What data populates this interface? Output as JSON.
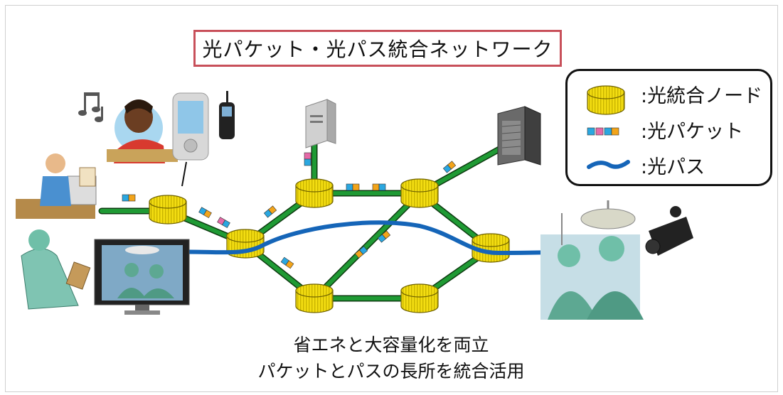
{
  "title": "光パケット・光パス統合ネットワーク",
  "legend": {
    "node_label": ":光統合ノード",
    "packet_label": ":光パケット",
    "path_label": ":光パス"
  },
  "caption": {
    "line1": "省エネと大容量化を両立",
    "line2": "パケットとパスの長所を統合活用"
  },
  "colors": {
    "link": "#118a2a",
    "path": "#1565b8",
    "node": "#f3dd12",
    "title_border": "#c8505a",
    "packet_blue": "#2aa7e0",
    "packet_orange": "#f2a41a",
    "packet_pink": "#e56aa8"
  },
  "icons": [
    "music-notes-icon",
    "listener-icon",
    "smartphone-icon",
    "cellphone-icon",
    "operator-icon",
    "server-icon",
    "server-rack-icon",
    "nurse-icon",
    "monitor-icon",
    "surgery-team-icon",
    "surgical-lamp-icon",
    "video-camera-icon"
  ]
}
